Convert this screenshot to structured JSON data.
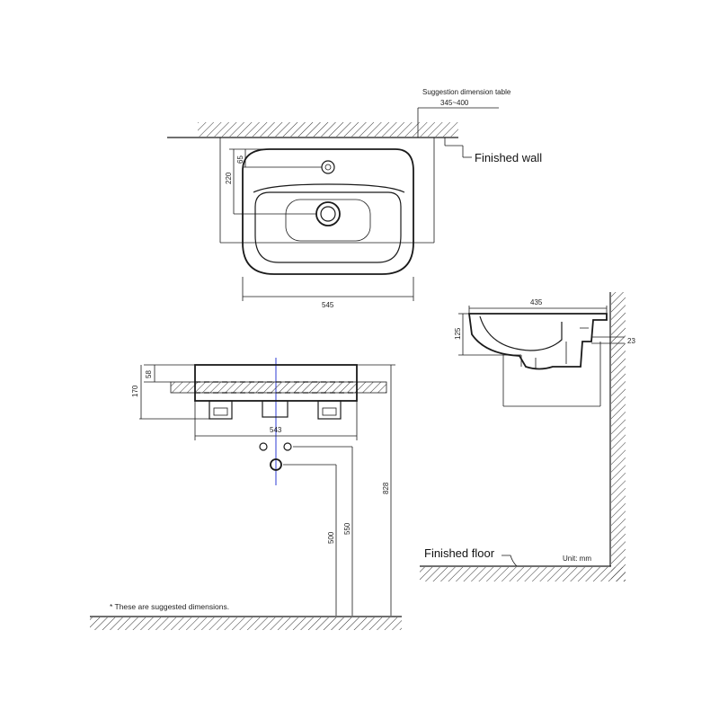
{
  "labels": {
    "finished_wall": "Finished wall",
    "finished_floor": "Finished floor",
    "unit": "Unit: mm",
    "suggestion_table": "Suggestion dimension table",
    "suggestion_range": "345~400",
    "note": "* These are suggested dimensions."
  },
  "dimensions": {
    "top_width": "545",
    "top_depth": "220",
    "top_tap_offset": "65",
    "front_width": "543",
    "front_height": "170",
    "front_rim": "58",
    "side_depth": "435",
    "side_height": "125",
    "side_wall_gap": "23",
    "height_828": "828",
    "height_550": "550",
    "height_500": "500"
  }
}
